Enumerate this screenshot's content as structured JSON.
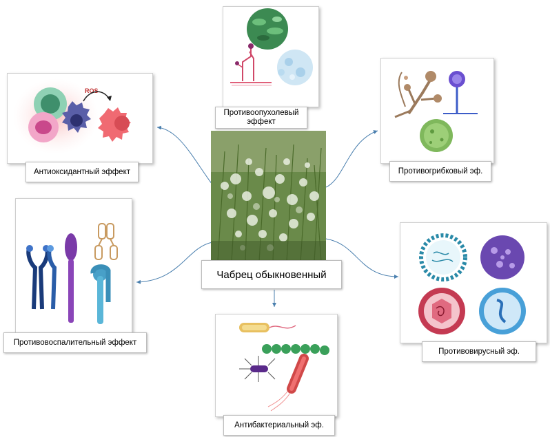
{
  "center": {
    "label": "Чабрец обыкновенный"
  },
  "effects": {
    "antitumor": {
      "label": "Противоопухолевый эффект"
    },
    "antioxidant": {
      "label": "Антиоксидантный эффект",
      "ros_label": "ROS"
    },
    "antifungal": {
      "label": "Противогрибковый эф."
    },
    "antiinflammatory": {
      "label": "Противовоспалительный эффект"
    },
    "antiviral": {
      "label": "Противовирусный эф."
    },
    "antibacterial": {
      "label": "Антибактериальный эф."
    }
  },
  "colors": {
    "arrow": "#4a7fae"
  }
}
